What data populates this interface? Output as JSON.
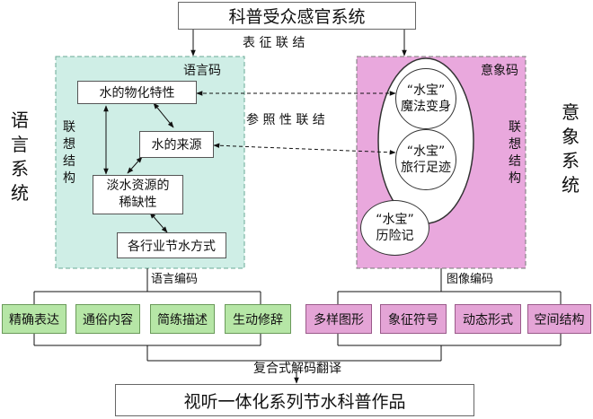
{
  "top": {
    "title": "科普受众感官系统",
    "sub": "表 征 联 结"
  },
  "left_system": {
    "side": "语言系统",
    "code": "语言码",
    "vertical": "联想结构",
    "boxes": [
      "水的物化特性",
      "水的来源",
      "淡水资源的\n稀缺性",
      "各行业节水方式"
    ],
    "encoding": "语言编码",
    "methods": [
      "精确表达",
      "通俗内容",
      "简练描述",
      "生动修辞"
    ]
  },
  "middle": {
    "link": "参 照 性 联 结"
  },
  "right_system": {
    "side": "意象系统",
    "code": "意象码",
    "vertical": "联想结构",
    "ovals": [
      "“水宝”\n魔法变身",
      "“水宝”\n旅行足迹",
      "“水宝”\n历险记"
    ],
    "encoding": "图像编码",
    "methods": [
      "多样图形",
      "象征符号",
      "动态形式",
      "空间结构"
    ]
  },
  "bottom": {
    "decode": "复合式解码翻译",
    "title": "视听一体化系列节水科普作品"
  },
  "colors": {
    "left_panel": "#cfeee6",
    "right_panel": "#e9a8dd",
    "left_method": "#b6e6a6",
    "right_method": "#e4a4d6"
  }
}
